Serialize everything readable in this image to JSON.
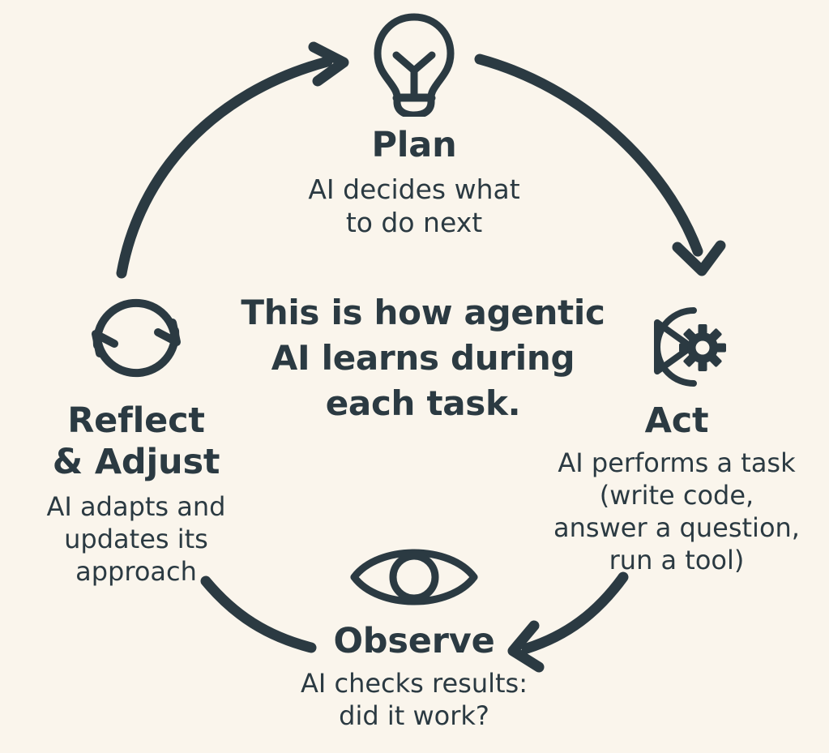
{
  "theme": {
    "background": "#faf5ec",
    "ink": "#2b3a42"
  },
  "center": {
    "caption": "This is how agentic\nAI learns during\neach task."
  },
  "nodes": [
    {
      "id": "plan",
      "icon": "lightbulb-icon",
      "title": "Plan",
      "desc": "AI decides what\nto do next"
    },
    {
      "id": "act",
      "icon": "play-gear-icon",
      "title": "Act",
      "desc": "AI performs a task\n(write code,\nanswer a question,\nrun a tool)"
    },
    {
      "id": "observe",
      "icon": "eye-icon",
      "title": "Observe",
      "desc": "AI checks results:\ndid it work?"
    },
    {
      "id": "reflect",
      "icon": "refresh-cycle-icon",
      "title": "Reflect\n& Adjust",
      "desc": "AI adapts and\nupdates its\napproach"
    }
  ],
  "arrows": [
    {
      "id": "reflect-to-plan",
      "from": "reflect",
      "to": "plan",
      "head": "end"
    },
    {
      "id": "plan-to-act",
      "from": "plan",
      "to": "act",
      "head": "end"
    },
    {
      "id": "act-to-observe",
      "from": "act",
      "to": "observe",
      "head": "end"
    },
    {
      "id": "observe-to-reflect",
      "from": "observe",
      "to": "reflect",
      "head": "none"
    }
  ]
}
